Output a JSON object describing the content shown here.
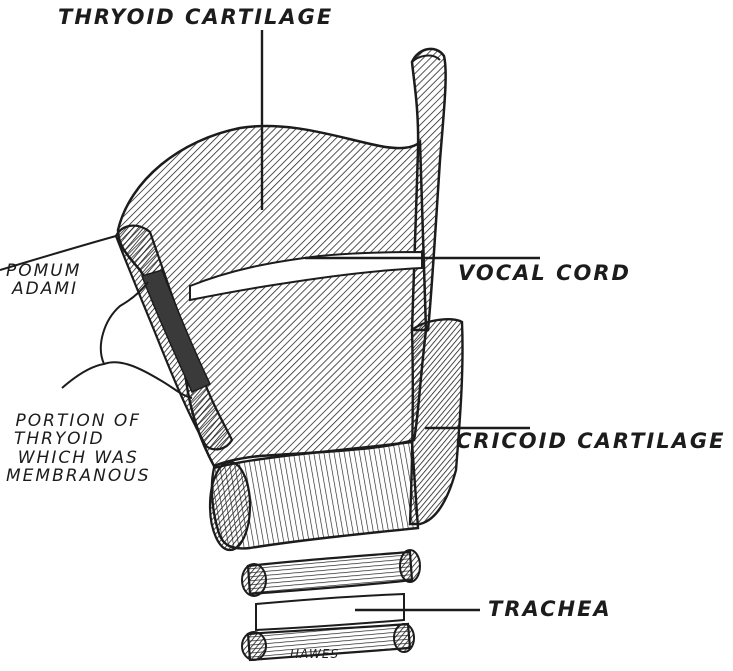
{
  "figure": {
    "labels": {
      "thyroid_cartilage": "THRYOID CARTILAGE",
      "pomum_adami": [
        "POMUM",
        "ADAMI"
      ],
      "vocal_cord": "VOCAL CORD",
      "portion_of_thyroid": [
        "PORTION OF",
        "THRYOID",
        "WHICH WAS",
        "MEMBRANOUS"
      ],
      "cricoid_cartilage": "CRICOID CARTILAGE",
      "trachea": "TRACHEA",
      "signature": "HAWES"
    }
  },
  "colors": {
    "ink": "#1c1c1c",
    "paper": "#ffffff",
    "dark_band": "#3a3a3a"
  }
}
